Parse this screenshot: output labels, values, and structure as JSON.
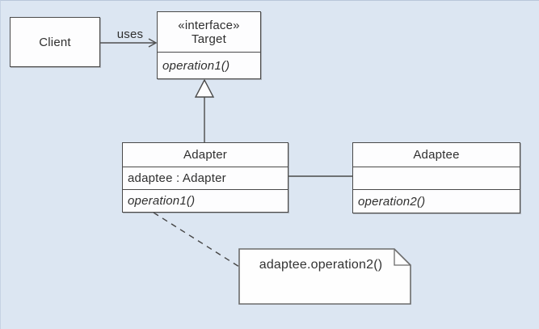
{
  "diagram": {
    "kind": "uml-class-diagram",
    "pattern": "Adapter",
    "colors": {
      "background": "#dce6f2",
      "box_fill": "#fdfdfe",
      "line_stroke": "#4a4a4a",
      "note_stroke": "#6b6b6b",
      "text": "#2f2f2f"
    },
    "nodes": {
      "client": {
        "title": "Client"
      },
      "target": {
        "stereotype": "«interface»",
        "name": "Target",
        "operation": "operation1()"
      },
      "adapter": {
        "name": "Adapter",
        "attribute": "adaptee : Adapter",
        "operation": "operation1()"
      },
      "adaptee": {
        "name": "Adaptee",
        "attribute": "",
        "operation": "operation2()"
      }
    },
    "edges": {
      "uses_label": "uses"
    },
    "note": {
      "text": "adaptee.operation2()"
    }
  }
}
